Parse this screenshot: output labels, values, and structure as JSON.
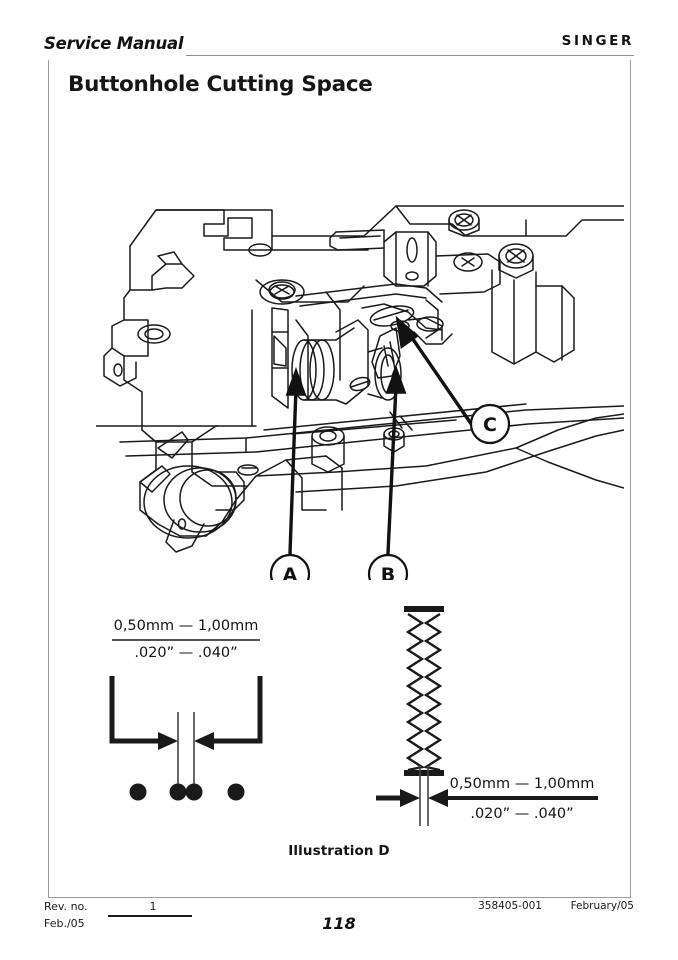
{
  "header": {
    "manual_label": "Service Manual",
    "brand": "SINGER"
  },
  "document": {
    "title": "Buttonhole Cutting Space",
    "illustration_caption": "Illustration D"
  },
  "figure": {
    "callouts": [
      {
        "id": "A",
        "label": "A"
      },
      {
        "id": "B",
        "label": "B"
      },
      {
        "id": "C",
        "label": "C"
      }
    ]
  },
  "diagram_left": {
    "name": "buttonhole-cutting-space-top-view",
    "dimension_metric": "0,50mm — 1,00mm",
    "dimension_imperial": ".020” — .040”",
    "dot_count": 4
  },
  "diagram_right": {
    "name": "buttonhole-stitch-side-view",
    "dimension_metric": "0,50mm — 1,00mm",
    "dimension_imperial": ".020” — .040”"
  },
  "footer": {
    "rev_label": "Rev. no.",
    "rev_value": "1",
    "rev_date": "Feb./05",
    "page_number": "118",
    "doc_code": "358405-001",
    "doc_date": "February/05"
  },
  "colors": {
    "ink": "#1a1a1a",
    "frame": "#9a9a9a",
    "paper": "#ffffff"
  }
}
